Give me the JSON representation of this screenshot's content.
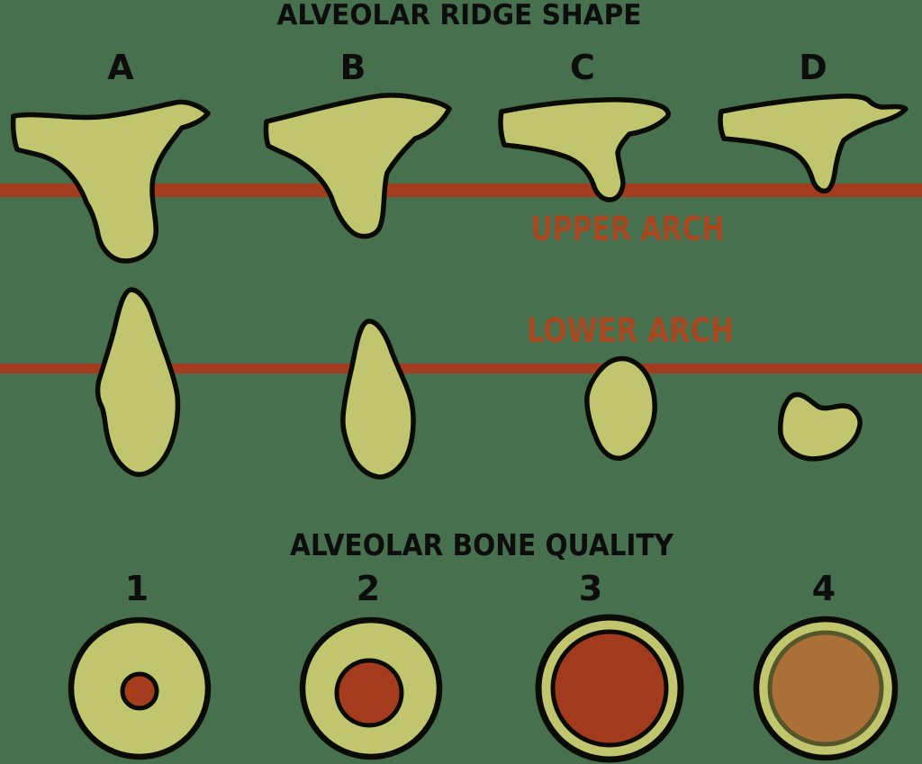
{
  "ridge": {
    "title": "ALVEOLAR RIDGE SHAPE",
    "column_labels": [
      "A",
      "B",
      "C",
      "D"
    ],
    "upper_arch_label": "UPPER ARCH",
    "lower_arch_label": "LOWER ARCH"
  },
  "bone": {
    "title": "ALVEOLAR BONE QUALITY",
    "type_labels": [
      "1",
      "2",
      "3",
      "4"
    ]
  },
  "colors": {
    "background": "#47704E",
    "bone_fill": "#C1C66E",
    "outline": "#0B0B05",
    "arch_line": "#A43C20",
    "arch_label_text": "#A64720",
    "title_text": "#0D0D0D",
    "marrow_red": "#A53C1E",
    "marrow_red_large": "#A23A1E",
    "marrow_orange": "#AA7038",
    "marrow_orange_ring": "#56562B"
  }
}
